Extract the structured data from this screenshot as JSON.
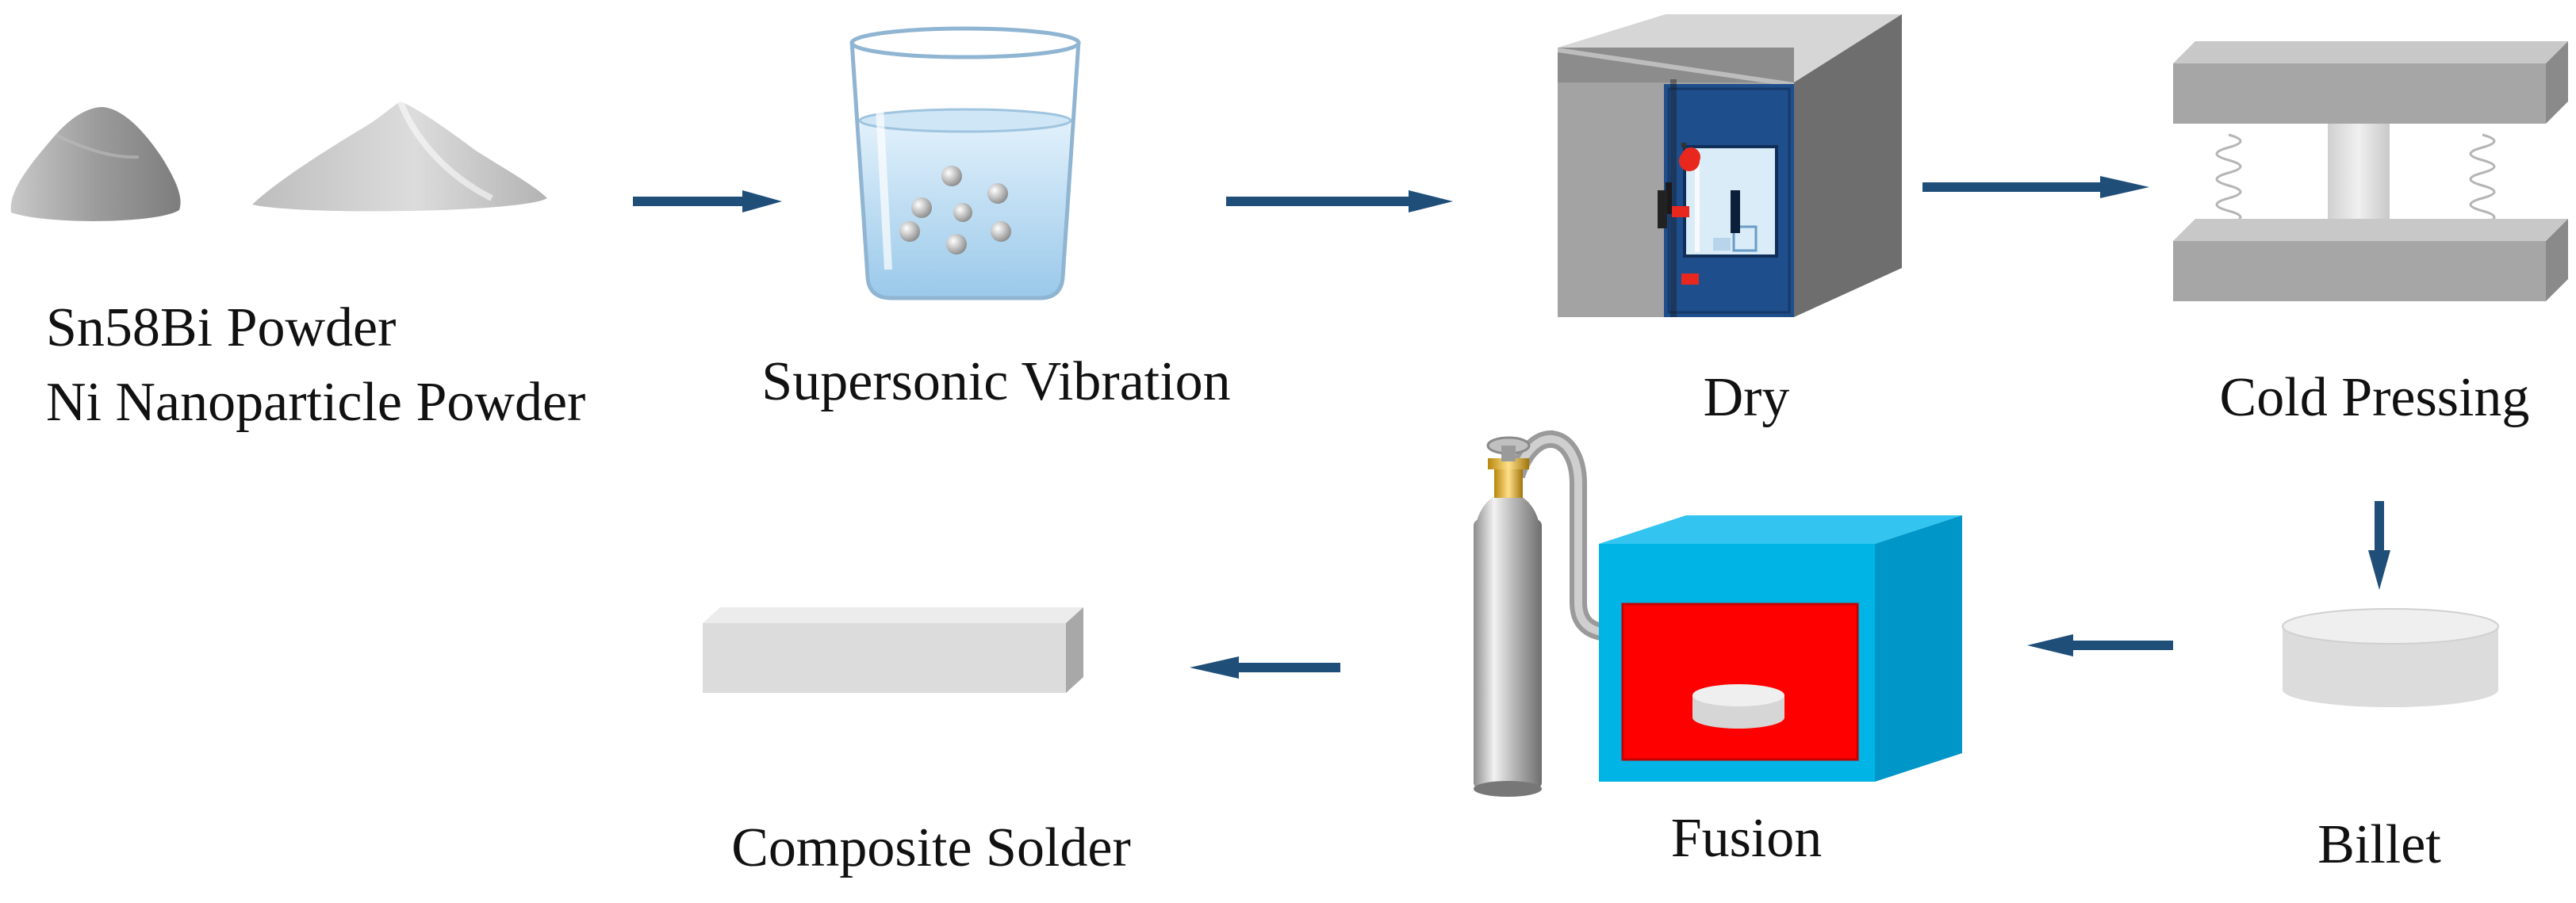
{
  "labels": {
    "sn58bi_powder": "Sn58Bi Powder",
    "ni_powder": "Ni Nanoparticle Powder",
    "supersonic_vibration": "Supersonic Vibration",
    "dry": "Dry",
    "cold_pressing": "Cold Pressing",
    "billet": "Billet",
    "fusion": "Fusion",
    "composite_solder": "Composite Solder"
  },
  "flow": [
    "Sn58Bi Powder",
    "Ni Nanoparticle Powder",
    "Supersonic Vibration",
    "Dry",
    "Cold Pressing",
    "Billet",
    "Fusion",
    "Composite Solder"
  ],
  "icons": {
    "powders": "powder-pile-icon",
    "beaker": "beaker-icon",
    "oven": "drying-oven-icon",
    "press": "cold-press-icon",
    "billet": "billet-disc-icon",
    "gas_cylinder": "gas-cylinder-icon",
    "furnace": "furnace-icon",
    "solder_bar": "solder-bar-icon"
  },
  "colors": {
    "arrow": "#1f4e79",
    "oven_door": "#1f4e8c",
    "furnace_body": "#00b4e6",
    "furnace_chamber": "#ff0000"
  }
}
